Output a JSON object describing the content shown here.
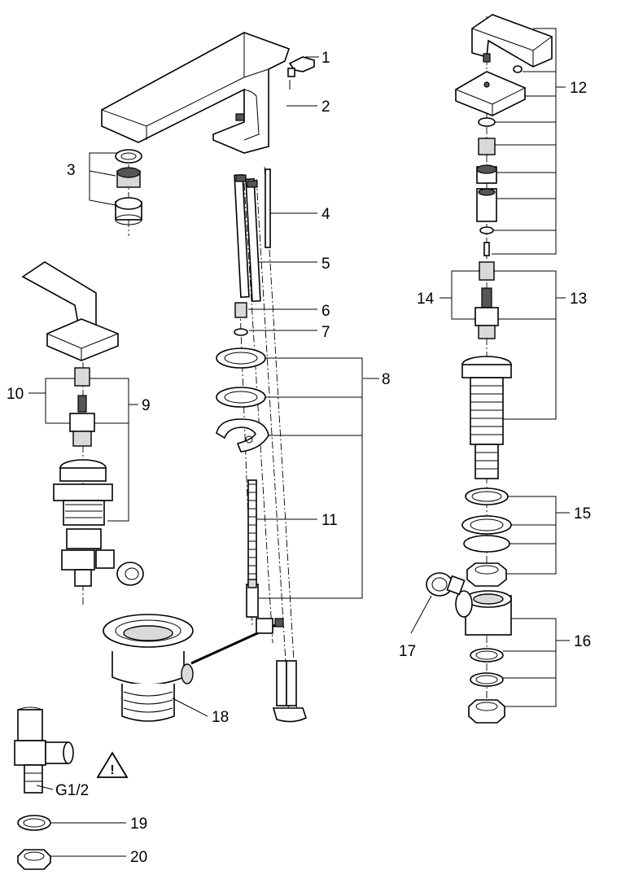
{
  "callouts": {
    "c1": "1",
    "c2": "2",
    "c3": "3",
    "c4": "4",
    "c5": "5",
    "c6": "6",
    "c7": "7",
    "c8": "8",
    "c9": "9",
    "c10": "10",
    "c11": "11",
    "c12": "12",
    "c13": "13",
    "c14": "14",
    "c15": "15",
    "c16": "16",
    "c17": "17",
    "c18": "18",
    "c19": "19",
    "c20": "20"
  },
  "thread_label": "G1/2",
  "warning_mark": "!"
}
